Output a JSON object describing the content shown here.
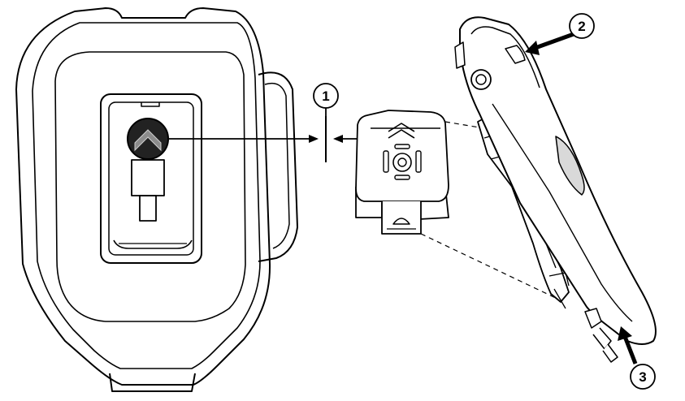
{
  "callouts": [
    {
      "id": "1",
      "label": "1"
    },
    {
      "id": "2",
      "label": "2"
    },
    {
      "id": "3",
      "label": "3"
    }
  ],
  "colors": {
    "line": "#000000",
    "fill": "#ffffff",
    "light_gray": "#d9d9d9",
    "button_fill": "#222222",
    "button_chevron": "#8c8c8c"
  },
  "icons": [
    "chevron-up-icon",
    "arrow-icon"
  ]
}
